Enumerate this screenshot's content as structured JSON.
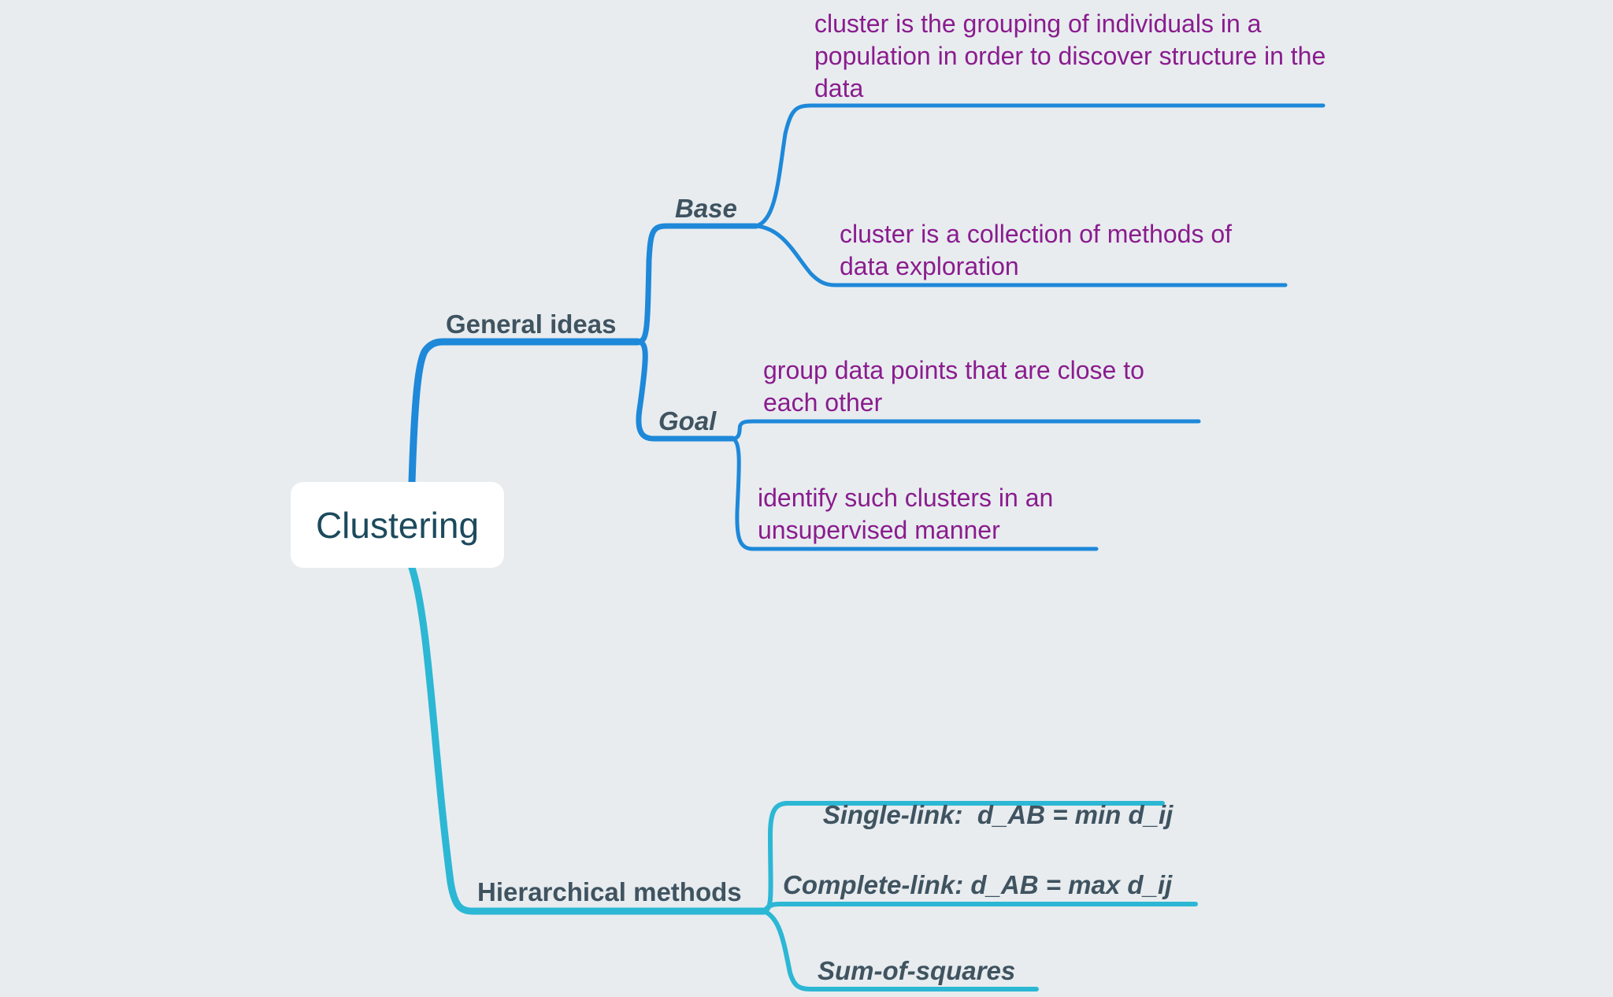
{
  "root": {
    "label": "Clustering"
  },
  "branches": [
    {
      "label": "General ideas",
      "color": "#1e88d9",
      "children": [
        {
          "label": "Base",
          "children": [
            {
              "text": "cluster is the grouping of individuals in a population in order to discover structure in the data"
            },
            {
              "text": "cluster is a collection of methods of data exploration"
            }
          ]
        },
        {
          "label": "Goal",
          "children": [
            {
              "text": "group data points that are close to each other"
            },
            {
              "text": "identify such clusters in an unsupervised manner"
            }
          ]
        }
      ]
    },
    {
      "label": "Hierarchical methods",
      "color": "#2cb7d4",
      "children": [
        {
          "label": "Single-link:  d_AB = min d_ij"
        },
        {
          "label": "Complete-link: d_AB = max d_ij"
        },
        {
          "label": "Sum-of-squares"
        }
      ]
    }
  ],
  "colors": {
    "background": "#e8ecef",
    "leaf_text": "#8a1c8e",
    "topic_text": "#3f5360",
    "root_text": "#1c4a5c"
  }
}
